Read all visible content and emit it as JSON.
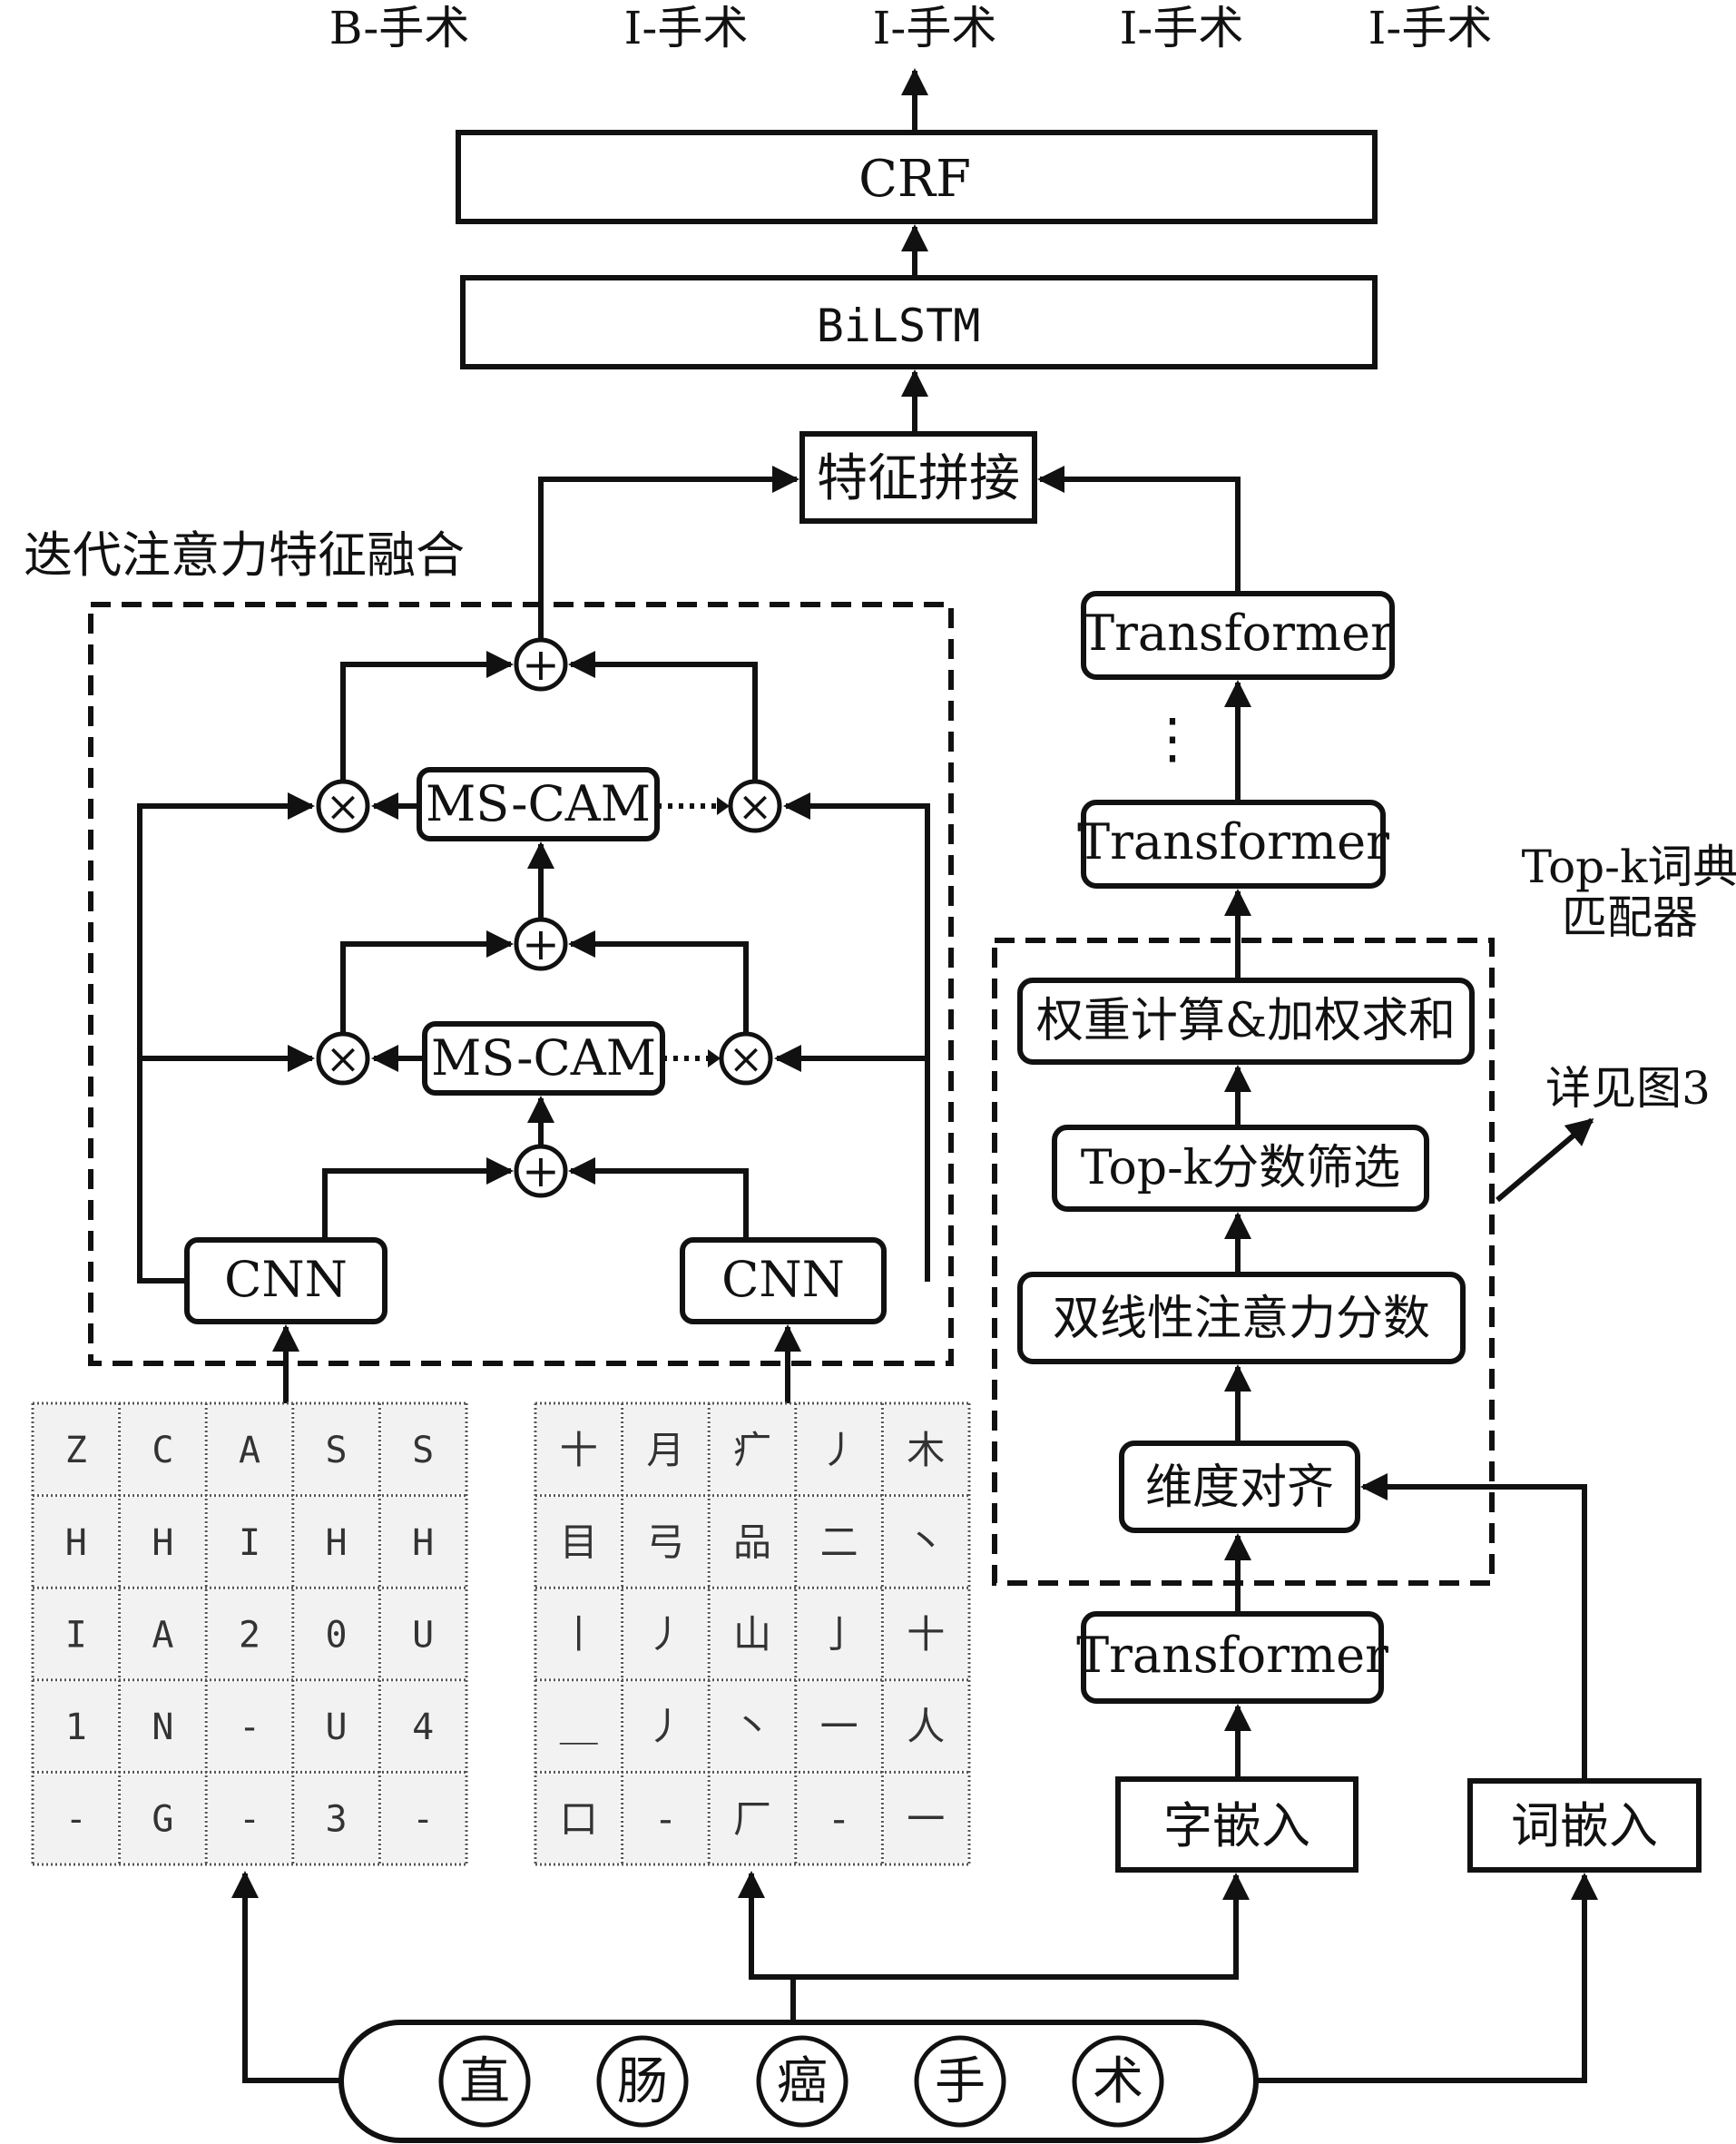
{
  "output_tags": [
    "B-手术",
    "I-手术",
    "I-手术",
    "I-手术",
    "I-手术"
  ],
  "crf_label": "CRF",
  "bilstm_label": "BiLSTM",
  "concat_label": "特征拼接",
  "fusion_title": "迭代注意力特征融合",
  "mscam_label": "MS-CAM",
  "cnn_label": "CNN",
  "plus_symbol": "+",
  "times_symbol": "×",
  "transformer_label": "Transformer",
  "ellipsis": "⋮",
  "matcher_title_line1": "Top-k词典",
  "matcher_title_line2": "匹配器",
  "matcher_steps": [
    "权重计算&加权求和",
    "Top-k分数筛选",
    "双线性注意力分数",
    "维度对齐"
  ],
  "see_figure": "详见图3",
  "char_embedding": "字嵌入",
  "word_embedding": "词嵌入",
  "left_grid": [
    [
      "Z",
      "C",
      "A",
      "S",
      "S"
    ],
    [
      "H",
      "H",
      "I",
      "H",
      "H"
    ],
    [
      "I",
      "A",
      "2",
      "0",
      "U"
    ],
    [
      "1",
      "N",
      "-",
      "U",
      "4"
    ],
    [
      "-",
      "G",
      "-",
      "3",
      "-"
    ]
  ],
  "right_grid": [
    [
      "十",
      "月",
      "疒",
      "丿",
      "木"
    ],
    [
      "目",
      "弓",
      "品",
      "二",
      "丶"
    ],
    [
      "丨",
      "丿",
      "山",
      "亅",
      "十"
    ],
    [
      "＿",
      "丿",
      "丶",
      "一",
      "人"
    ],
    [
      "口",
      "-",
      "厂",
      "-",
      "一"
    ]
  ],
  "input_chars": [
    "直",
    "肠",
    "癌",
    "手",
    "术"
  ]
}
